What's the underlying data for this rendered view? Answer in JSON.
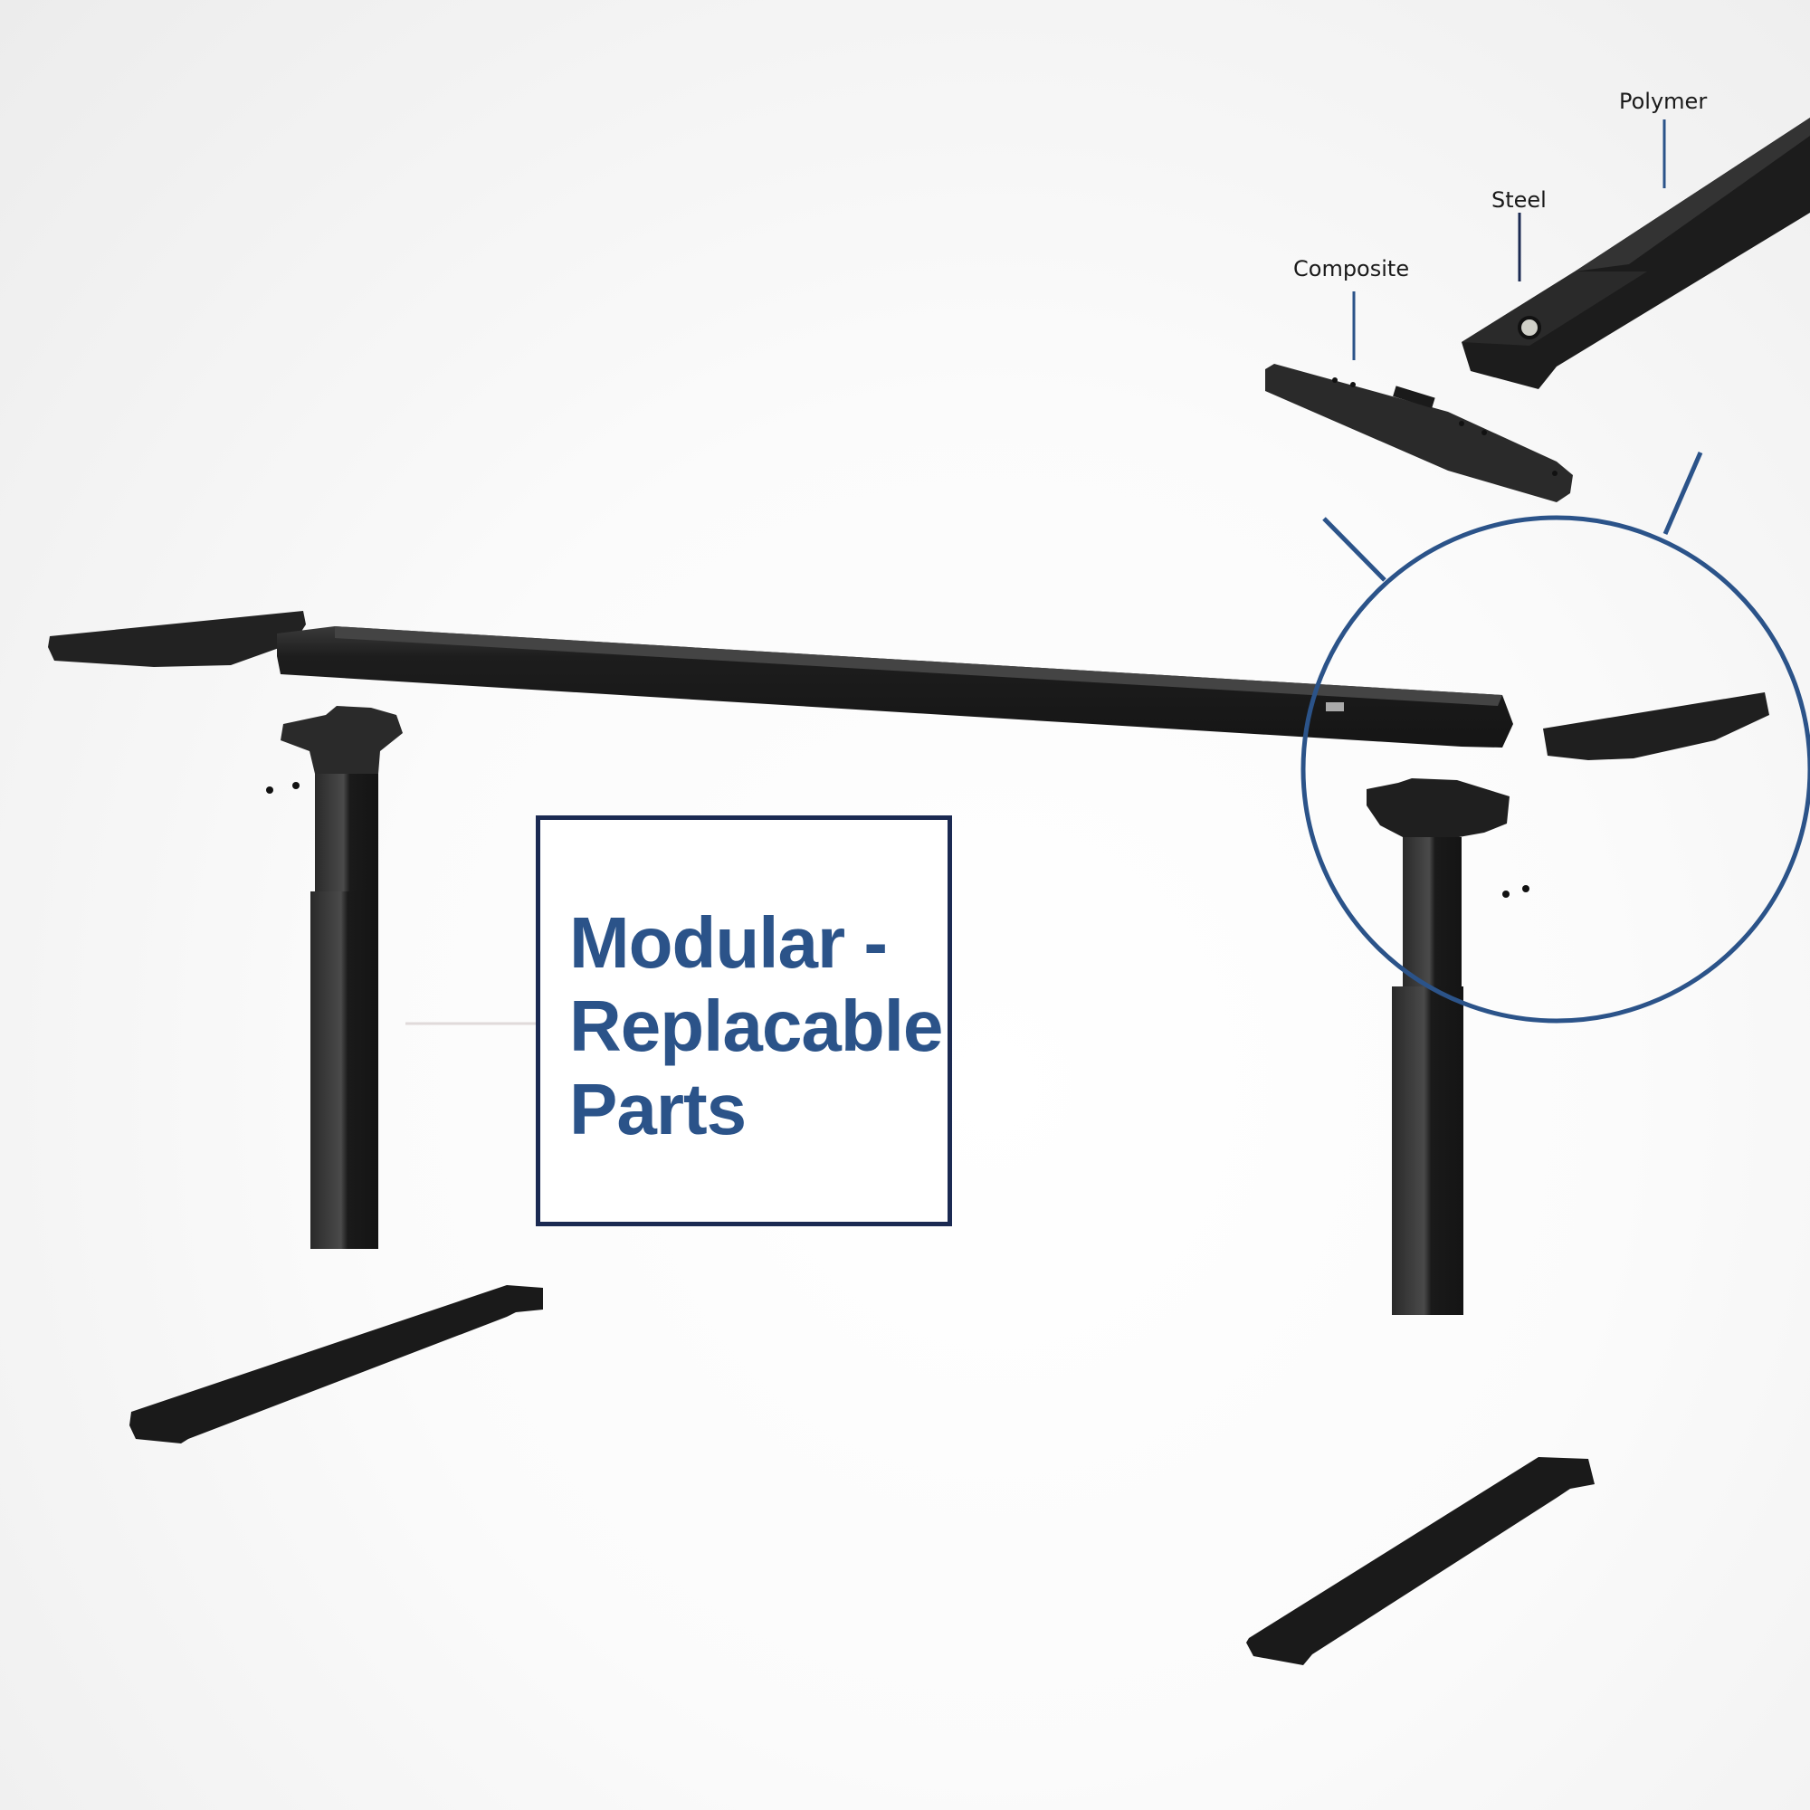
{
  "callout": {
    "line1": "Modular -",
    "line2": "Replacable",
    "line3": "Parts"
  },
  "material_labels": [
    {
      "label": "Composite"
    },
    {
      "label": "Steel"
    },
    {
      "label": "Polymer"
    }
  ],
  "colors": {
    "accent_blue": "#2b5389",
    "callout_border": "#1b2a52",
    "parts_black": "#1c1c1c",
    "background": "#f4f4f4"
  }
}
